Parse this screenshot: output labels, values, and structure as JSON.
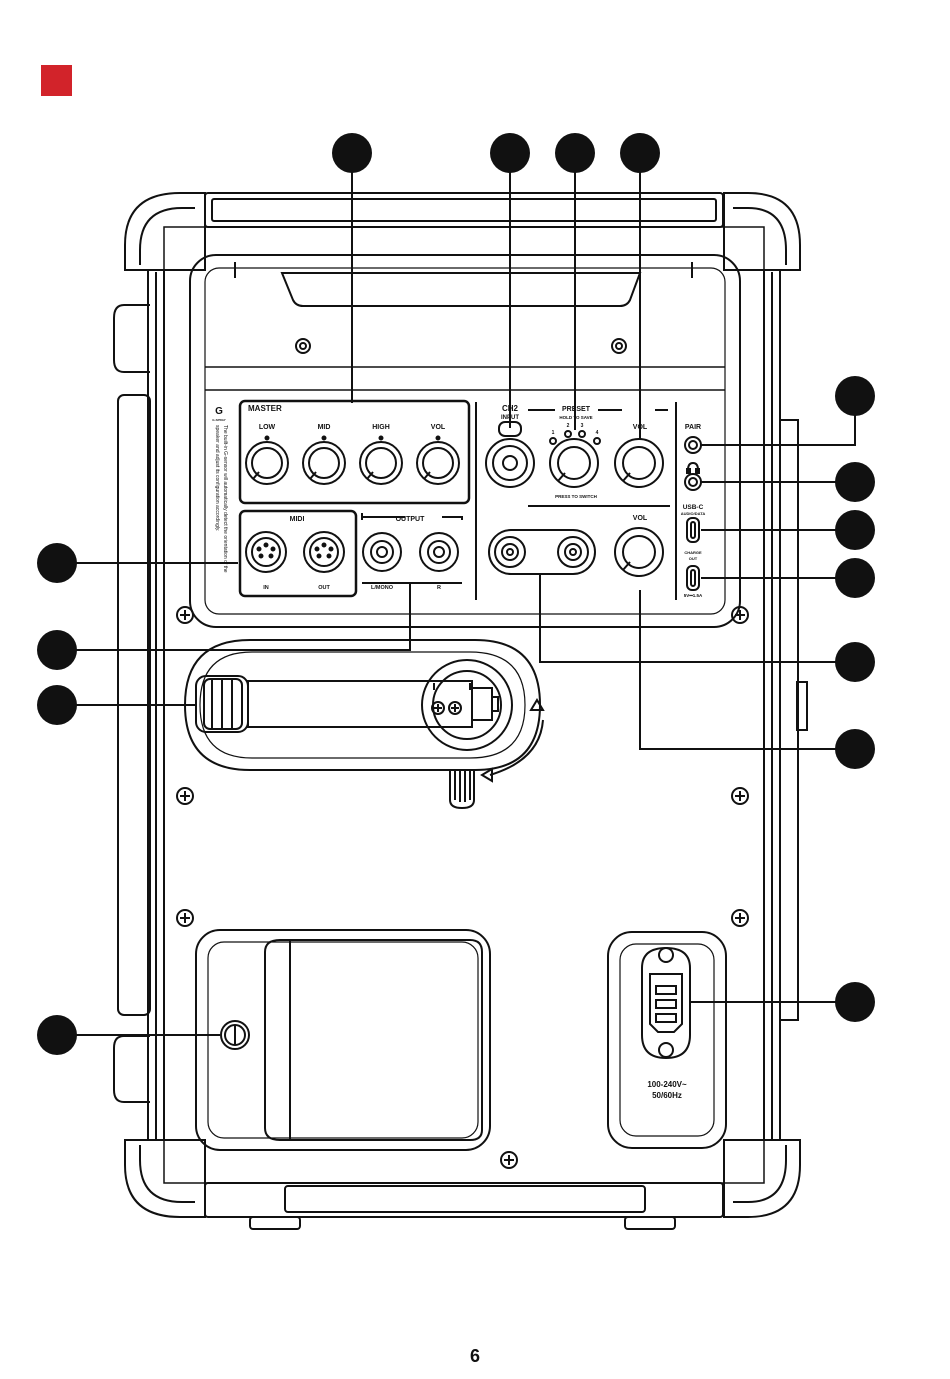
{
  "accent_color": "#d2232a",
  "page_number": "6",
  "icons": {
    "headphone": "headphone-icon",
    "logo": "g-logo-icon"
  },
  "panel": {
    "master": {
      "title": "MASTER",
      "knobs": [
        "LOW",
        "MID",
        "HIGH",
        "VOL"
      ]
    },
    "midi": {
      "title": "MIDI",
      "ports": [
        "IN",
        "OUT"
      ]
    },
    "output": {
      "title": "OUTPUT",
      "ports": [
        "L/MONO",
        "R"
      ]
    },
    "ch2": {
      "title": "CH2",
      "input_label": "INPUT",
      "preset_title": "PRESET",
      "hold_to_save": "HOLD TO SAVE",
      "preset_numbers": [
        "1",
        "2",
        "3",
        "4"
      ],
      "press_to_switch": "PRESS TO SWITCH",
      "vol_label": "VOL",
      "vol2_label": "VOL"
    },
    "side": {
      "pair_label": "PAIR",
      "usbc_label": "USB-C",
      "usbc_sub": "AUDIO/DATA",
      "charge_label": "CHARGE",
      "charge_sub": "OUT",
      "charge_rating": "5V⎓1.5A"
    },
    "logo_text": "G",
    "logo_sub": "G-SPRAY",
    "g_sensor_line1": "The built-in G-sensor will automatically detect the orientation of the",
    "g_sensor_line2": "speaker and adjust its configuration accordingly."
  },
  "power": {
    "line1": "100-240V~",
    "line2": "50/60Hz"
  }
}
